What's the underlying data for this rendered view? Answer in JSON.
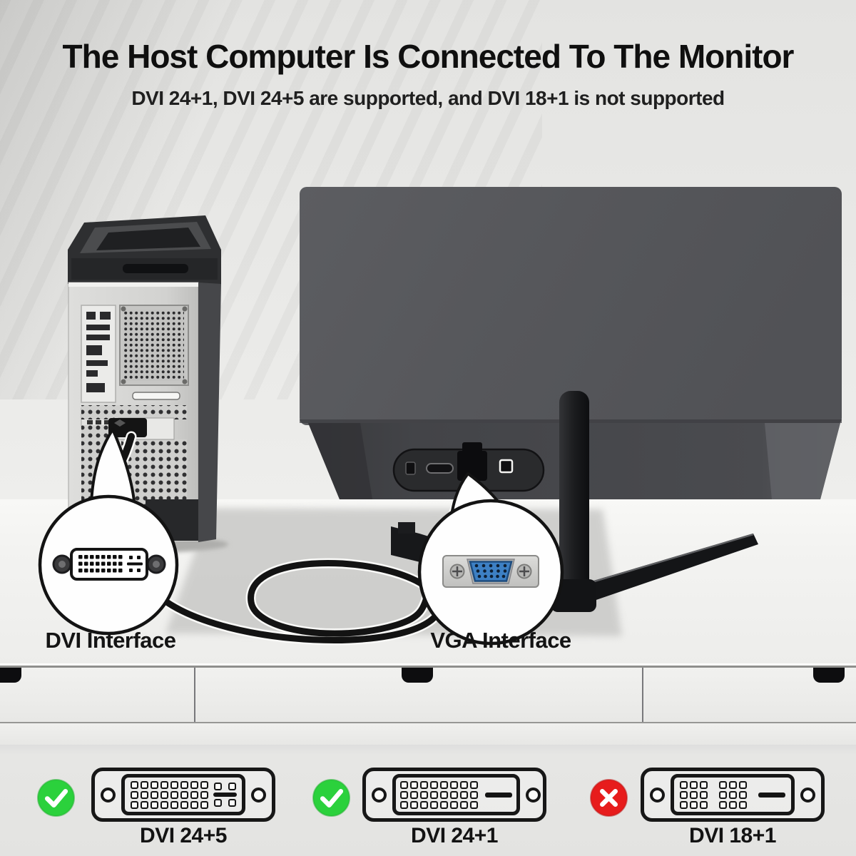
{
  "header": {
    "title": "The Host Computer Is Connected To The Monitor",
    "subtitle": "DVI 24+1, DVI 24+5 are supported, and DVI 18+1 is not supported"
  },
  "diagram": {
    "callouts": [
      {
        "label": "DVI Interface",
        "icon": "dvi-connector-icon",
        "points_to": "computer-tower-dvi-port"
      },
      {
        "label": "VGA Interface",
        "icon": "vga-connector-icon",
        "points_to": "monitor-vga-port"
      }
    ],
    "objects": [
      {
        "icon": "computer-tower-rear-icon"
      },
      {
        "icon": "monitor-rear-icon"
      },
      {
        "icon": "video-cable-icon"
      },
      {
        "icon": "desk-drawers-icon"
      }
    ]
  },
  "compatibility": {
    "items": [
      {
        "label": "DVI 24+5",
        "supported": true,
        "status_icon": "check-icon",
        "pin_layout": "dvi24_5"
      },
      {
        "label": "DVI 24+1",
        "supported": true,
        "status_icon": "check-icon",
        "pin_layout": "dvi24_1"
      },
      {
        "label": "DVI 18+1",
        "supported": false,
        "status_icon": "cross-icon",
        "pin_layout": "dvi18_1"
      }
    ]
  },
  "pin_layouts": {
    "dvi24_5": {
      "groups": [
        {
          "type": "grid",
          "rows": 3,
          "cols": 8
        },
        {
          "type": "cross"
        }
      ]
    },
    "dvi24_1": {
      "groups": [
        {
          "type": "grid",
          "rows": 3,
          "cols": 8
        },
        {
          "type": "bar"
        }
      ]
    },
    "dvi18_1": {
      "groups": [
        {
          "type": "grid",
          "rows": 3,
          "cols": 3
        },
        {
          "type": "grid",
          "rows": 3,
          "cols": 3
        },
        {
          "type": "bar"
        }
      ]
    }
  },
  "colors": {
    "supported_green": "#2bd13c",
    "not_supported_red": "#e71c1c",
    "vga_blue": "#3d80c4",
    "monitor_grey": "#56575b",
    "outline_black": "#161616"
  }
}
